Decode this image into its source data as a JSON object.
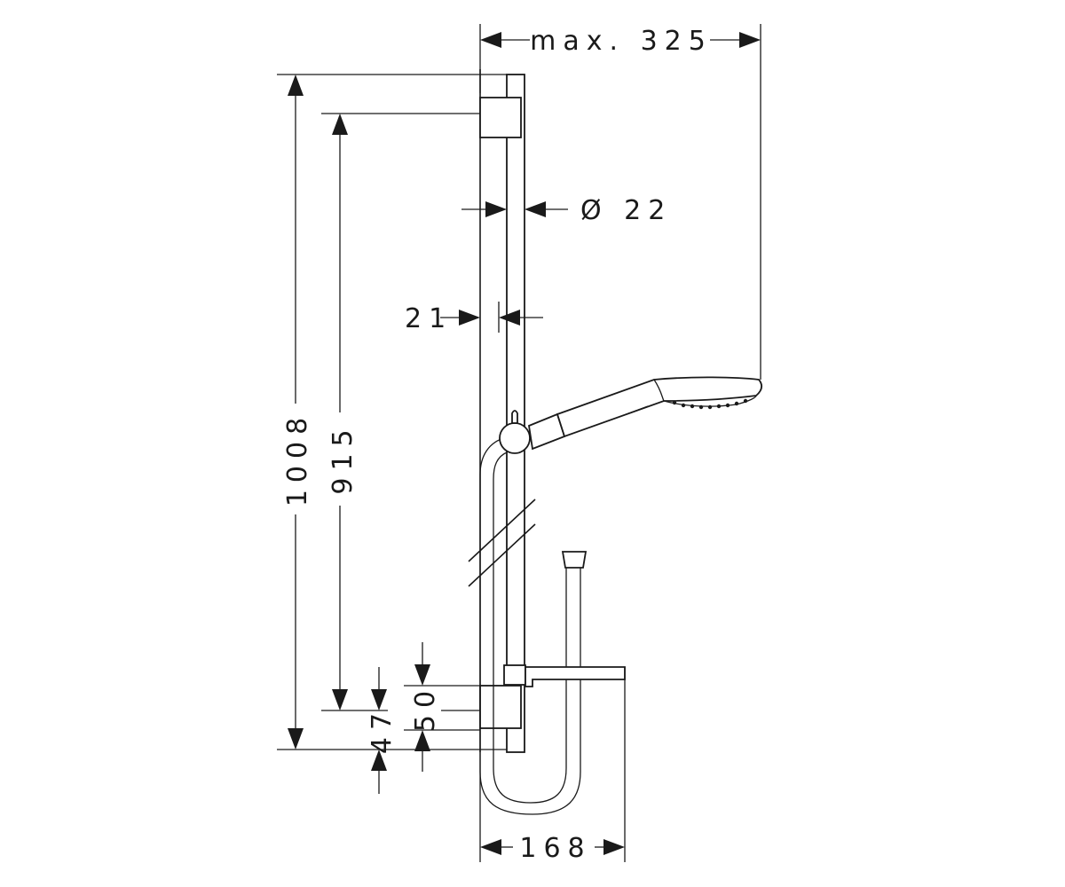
{
  "dimensions": {
    "max_width": "max. 325",
    "rail_diameter": "Ø 22",
    "wall_offset": "21",
    "total_height": "1008",
    "bracket_spacing": "915",
    "hose_support_height": "50",
    "bottom_offset": "47",
    "projection": "168"
  },
  "colors": {
    "line": "#1a1a1a",
    "background": "#ffffff"
  }
}
